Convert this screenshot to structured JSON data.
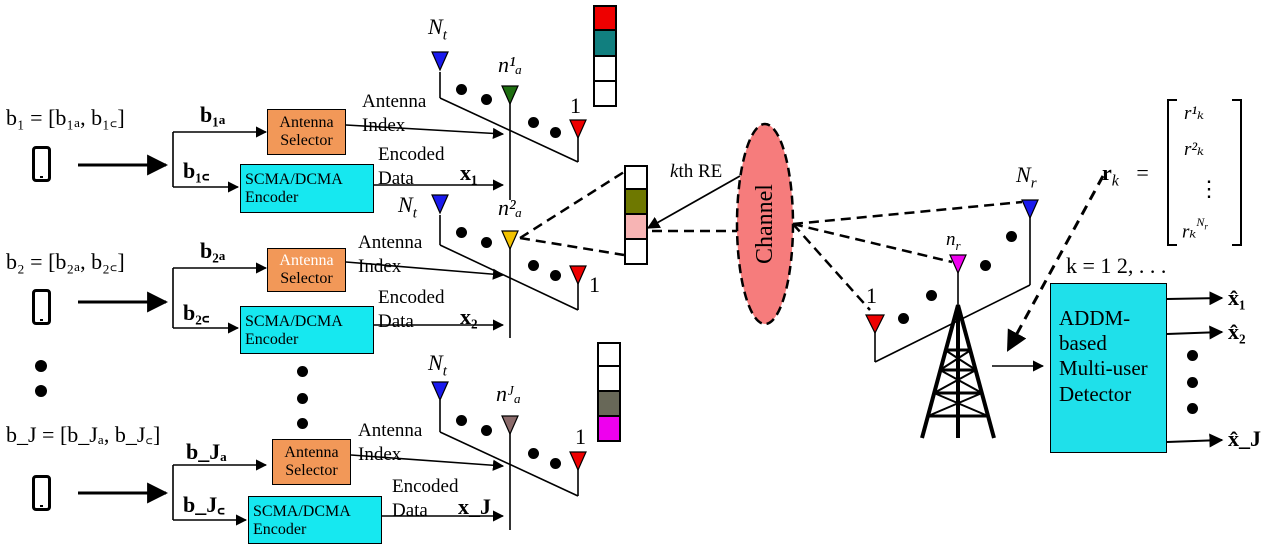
{
  "users": [
    {
      "bits": "b₁ = [b₁ₐ, b₁꜀]",
      "b_a": "b₁ₐ",
      "b_c": "b₁꜀",
      "x": "x₁",
      "active": "n¹ₐ"
    },
    {
      "bits": "b₂ = [b₂ₐ, b₂꜀]",
      "b_a": "b₂ₐ",
      "b_c": "b₂꜀",
      "x": "x₂",
      "active": "n²ₐ"
    },
    {
      "bits": "b_J = [b_Jₐ, b_J꜀]",
      "b_a": "b_Jₐ",
      "b_c": "b_J꜀",
      "x": "x_J",
      "active": "nᴶₐ"
    }
  ],
  "labels": {
    "selector_line1": "Antenna",
    "selector_line2": "Selector",
    "encoder_line1": "SCMA/DCMA",
    "encoder_line2": "Encoder",
    "antenna_index_1": "Antenna",
    "antenna_index_2": "Index",
    "encoded_1": "Encoded",
    "encoded_2": "Data",
    "nt": "N",
    "nt_sub": "t",
    "one": "1",
    "kth_re": "th RE",
    "kth_k": "k",
    "channel": "Channel",
    "nr": "N",
    "nr_sub": "r",
    "nr_small": "n",
    "nr_small_sub": "r",
    "k_range": "k = 1  2, . . .",
    "detector_1": "ADDM-",
    "detector_2": "based",
    "detector_3": "Multi-user",
    "detector_4": "Detector",
    "out_1": "x̂₁",
    "out_2": "x̂₂",
    "out_J": "x̂_J",
    "rk": "r",
    "rk_sub": "k",
    "rk_eq": "=",
    "vec_1": "r¹ₖ",
    "vec_2": "r²ₖ",
    "vec_dots": "⋮",
    "vec_n": "rₖ"
  },
  "colors": {
    "red": "#ee0000",
    "blue": "#1a1aee",
    "green": "#1e6e10",
    "yellow": "#f2c200",
    "brown": "#8a6a6a",
    "magenta": "#ee00ee",
    "teal": "#117f7f",
    "olive": "#6e7800",
    "pink": "#f7b4b4",
    "gray": "#686858",
    "channel": "#f67c7c",
    "selector": "#f29858",
    "encoder": "#16e8f0"
  }
}
